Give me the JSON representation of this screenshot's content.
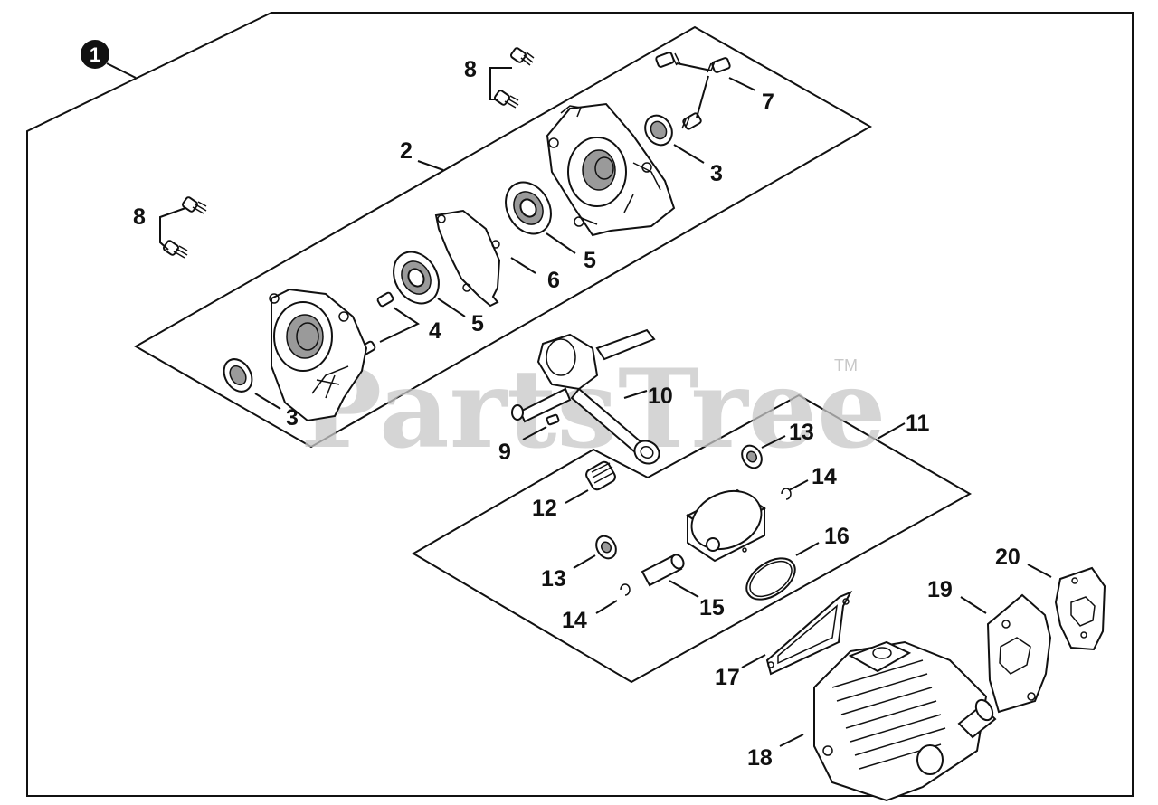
{
  "diagram": {
    "assembly_badge": "1",
    "watermark": "PartsTree",
    "watermark_tm": "TM",
    "callouts": {
      "c2": "2",
      "c3a": "3",
      "c3b": "3",
      "c4": "4",
      "c5a": "5",
      "c5b": "5",
      "c6": "6",
      "c7": "7",
      "c8a": "8",
      "c8b": "8",
      "c9": "9",
      "c10": "10",
      "c11": "11",
      "c12": "12",
      "c13a": "13",
      "c13b": "13",
      "c14a": "14",
      "c14b": "14",
      "c15": "15",
      "c16": "16",
      "c17": "17",
      "c18": "18",
      "c19": "19",
      "c20": "20"
    }
  }
}
